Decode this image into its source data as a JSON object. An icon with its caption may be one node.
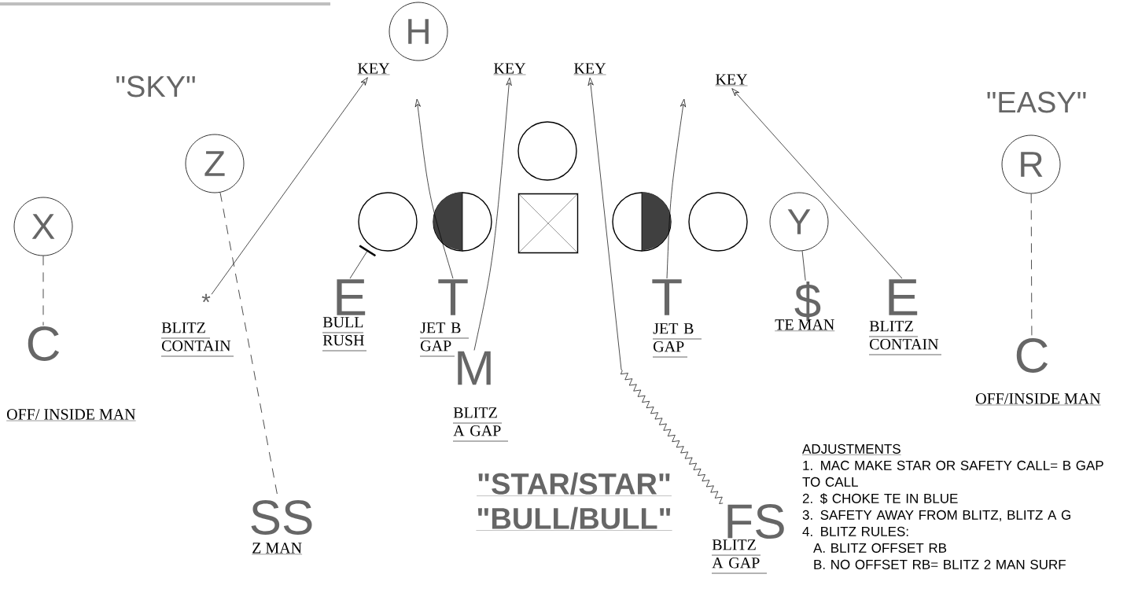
{
  "diagram": {
    "nodes": [
      {
        "text": [
          "H"
        ]
      },
      {
        "text": [
          "KEY"
        ]
      },
      {
        "text": [
          "KEY"
        ]
      },
      {
        "text": [
          "KEY"
        ]
      },
      {
        "text": [
          "KEY"
        ]
      },
      {
        "text": [
          "Z"
        ]
      },
      {
        "text": [
          "X"
        ]
      },
      {
        "text": [],
        "shape": "circle"
      },
      {
        "text": [],
        "shape": "circle"
      },
      {
        "text": [],
        "shape": "circle"
      },
      {
        "text": [],
        "shape": "box"
      },
      {
        "text": [],
        "shape": "circle"
      },
      {
        "text": [],
        "shape": "circle"
      },
      {
        "text": [
          "Y"
        ]
      },
      {
        "text": [
          "R"
        ]
      },
      {
        "text": [
          "*",
          "BLITZ CONTAIN"
        ]
      },
      {
        "text": [
          "E",
          "BULL RUSH"
        ]
      },
      {
        "text": [
          "T",
          "JET B GAP"
        ]
      },
      {
        "text": [
          "T",
          "JET B GAP"
        ]
      },
      {
        "text": [
          "$",
          "TE MAN"
        ]
      },
      {
        "text": [
          "E",
          "BLITZ CONTAIN"
        ]
      },
      {
        "text": [
          "C",
          "OFF/ INSIDE MAN"
        ]
      },
      {
        "text": [
          "M",
          "BLITZ A GAP"
        ]
      },
      {
        "text": [
          "SS",
          "Z MAN"
        ]
      },
      {
        "text": [
          "FS",
          "BLITZ A GAP"
        ]
      },
      {
        "text": [
          "C",
          "OFF/INSIDE MAN"
        ]
      }
    ],
    "edges": [
      {
        "from": 15,
        "to": 1,
        "arrow": "to"
      },
      {
        "from": 16,
        "to": 7,
        "arrow": "other"
      },
      {
        "from": 17,
        "to": null,
        "arrow": "to"
      },
      {
        "from": 22,
        "to": 2,
        "arrow": "to"
      },
      {
        "from": 24,
        "to": 3,
        "arrow": "to"
      },
      {
        "from": 18,
        "to": null,
        "arrow": "to"
      },
      {
        "from": 20,
        "to": 4,
        "arrow": "to"
      },
      {
        "from": 13,
        "to": 19,
        "arrow": "none"
      },
      {
        "from": 6,
        "to": 21,
        "arrow": "none",
        "style": "dashed"
      },
      {
        "from": 5,
        "to": 23,
        "arrow": "none",
        "style": "dashed"
      },
      {
        "from": 14,
        "to": 25,
        "arrow": "none",
        "style": "dashed"
      }
    ],
    "labels": [
      "\"SKY\"",
      "\"EASY\"",
      "\"STAR/STAR\"",
      "\"BULL/BULL\"",
      "ADJUSTMENTS",
      "1. MAC MAKE STAR OR SAFETY CALL= B GAP TO CALL",
      "2. $ CHOKE TE IN BLUE",
      "3. SAFETY AWAY FROM BLITZ, BLITZ A G",
      "4. BLITZ RULES:",
      "A. BLITZ OFFSET RB",
      "B. NO OFFSET RB= BLITZ 2 MAN SURF"
    ]
  }
}
